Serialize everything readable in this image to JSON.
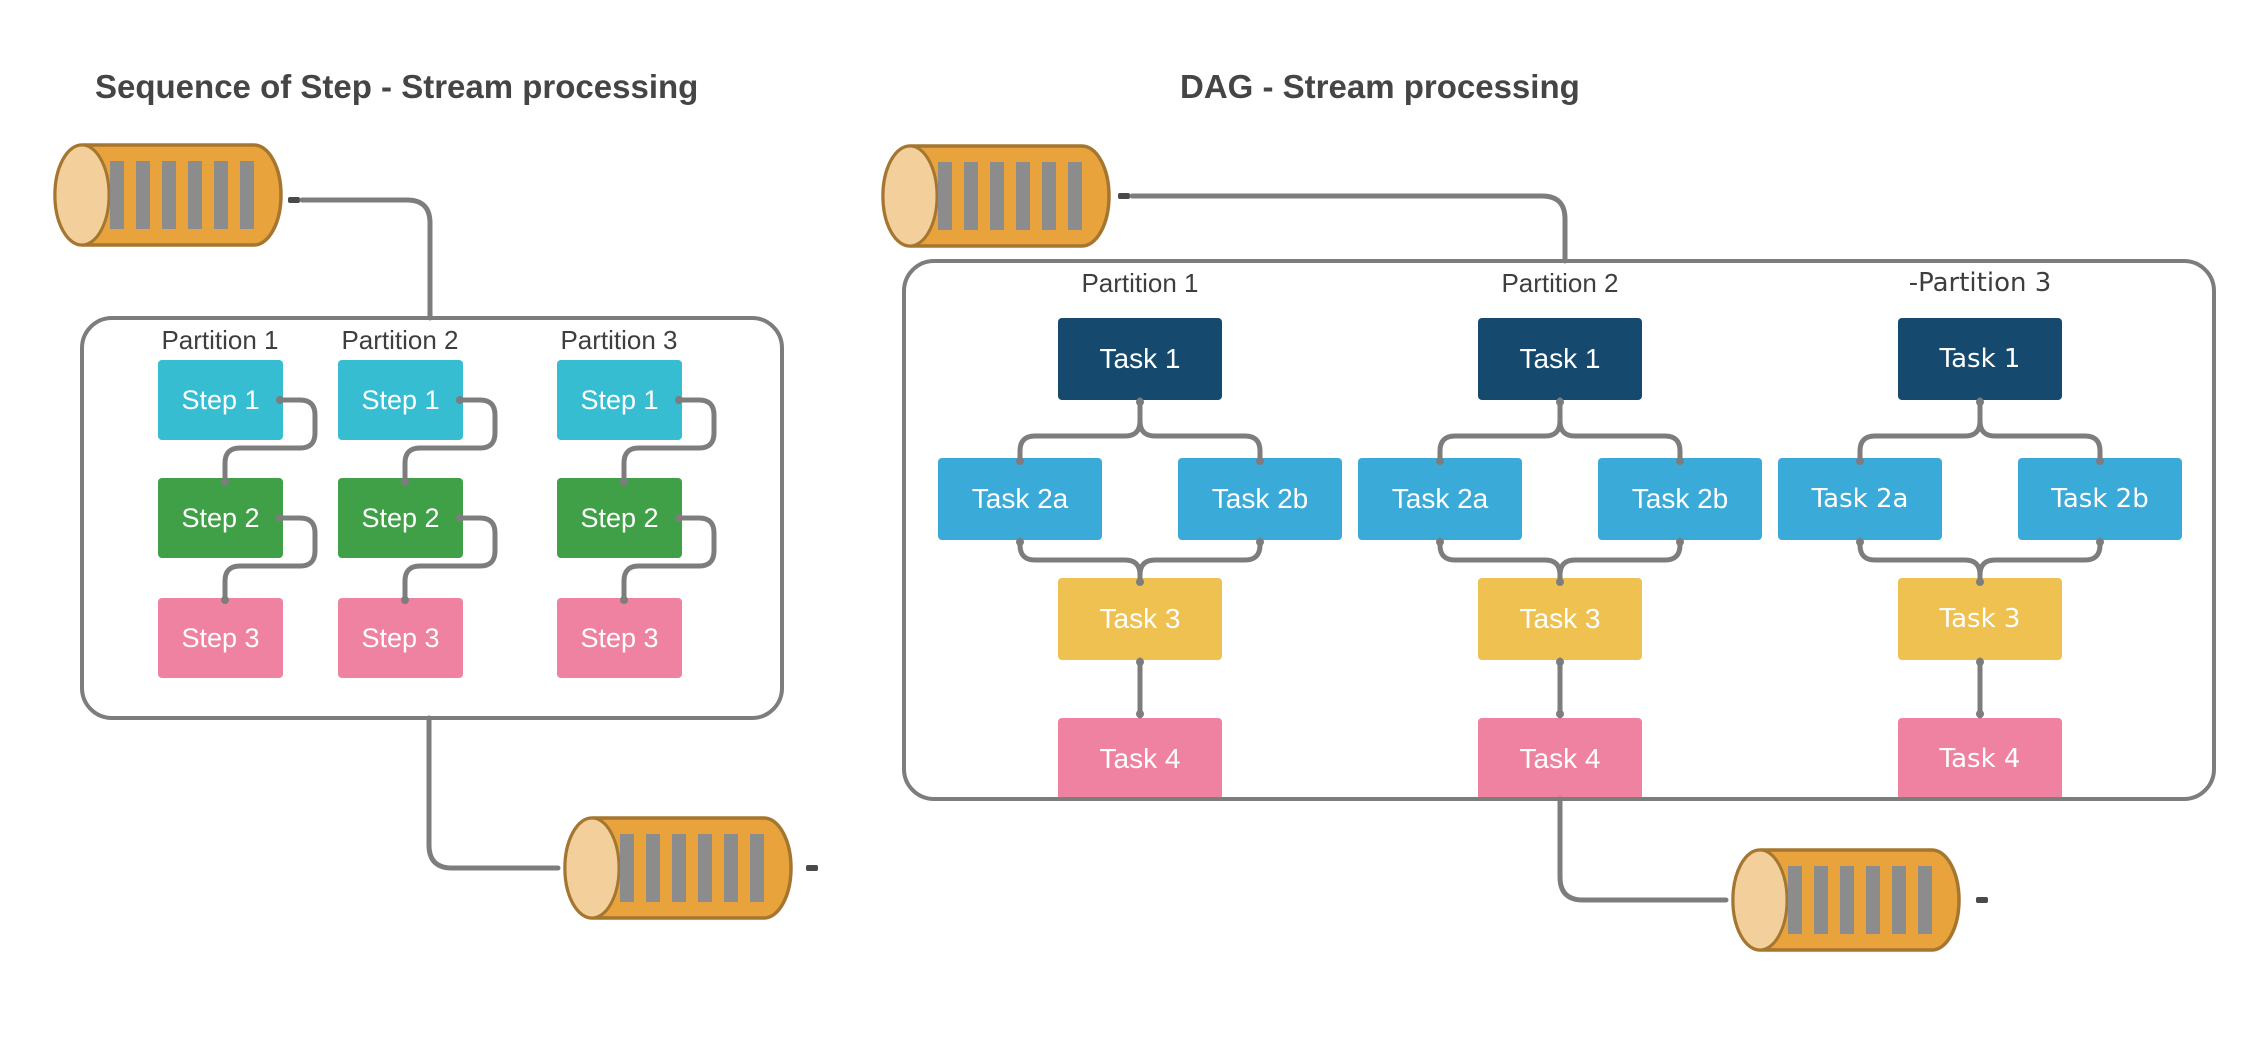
{
  "left_diagram": {
    "title": "Sequence of Step - Stream processing",
    "partitions": [
      {
        "label": "Partition 1",
        "steps": [
          "Step 1",
          "Step 2",
          "Step 3"
        ]
      },
      {
        "label": "Partition 2",
        "steps": [
          "Step 1",
          "Step 2",
          "Step 3"
        ]
      },
      {
        "label": "Partition 3",
        "steps": [
          "Step 1",
          "Step 2",
          "Step 3"
        ]
      }
    ]
  },
  "right_diagram": {
    "title": "DAG - Stream processing",
    "partitions": [
      {
        "label": "Partition 1",
        "tasks": [
          "Task 1",
          "Task 2a",
          "Task 2b",
          "Task 3",
          "Task 4"
        ]
      },
      {
        "label": "Partition 2",
        "tasks": [
          "Task 1",
          "Task 2a",
          "Task 2b",
          "Task 3",
          "Task 4"
        ]
      },
      {
        "label": "-Partition 3",
        "tasks": [
          "Task 1",
          "Task 2a",
          "Task 2b",
          "Task 3",
          "Task 4"
        ]
      }
    ]
  },
  "icons": {
    "queue": "queue-cylinder-icon",
    "stub": "connector-stub-dash"
  },
  "colors": {
    "step1": "#36bdd1",
    "step2": "#40a047",
    "step3": "#ee82a0",
    "task1": "#154a6e",
    "task2": "#3aaad9",
    "task3": "#efc150",
    "task4": "#ee82a0",
    "queue_body": "#e9a33c",
    "queue_face": "#f3cf9b",
    "queue_outline": "#a5762f",
    "queue_bars": "#8c8c8c",
    "connector": "#7d7d7d",
    "label_text": "#3e3e3e",
    "title_text": "#454545"
  }
}
